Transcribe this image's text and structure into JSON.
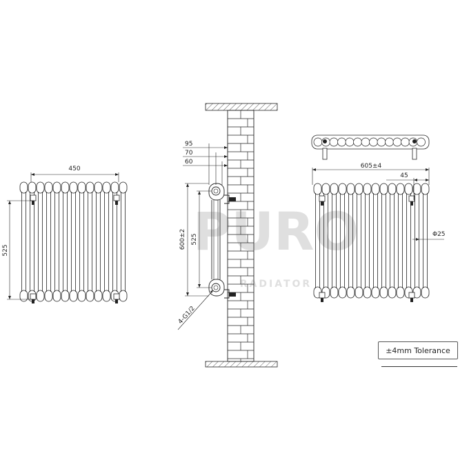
{
  "front_view": {
    "width_label": "450",
    "height_label": "525"
  },
  "side_view": {
    "dim_95": "95",
    "dim_70": "70",
    "dim_60": "60",
    "height_total": "600±2",
    "height_centres": "525",
    "connection": "4-G1/2"
  },
  "rear_view": {
    "width_label": "605±4",
    "offset_label": "45",
    "diameter_label": "Φ25"
  },
  "watermark": {
    "text_main": "PURO",
    "text_sub": "RADIATOR"
  },
  "tolerance": {
    "label": "±4mm Tolerance"
  },
  "colors": {
    "line": "#222222",
    "wall_fill": "#ffffff",
    "hatch": "#333333"
  }
}
